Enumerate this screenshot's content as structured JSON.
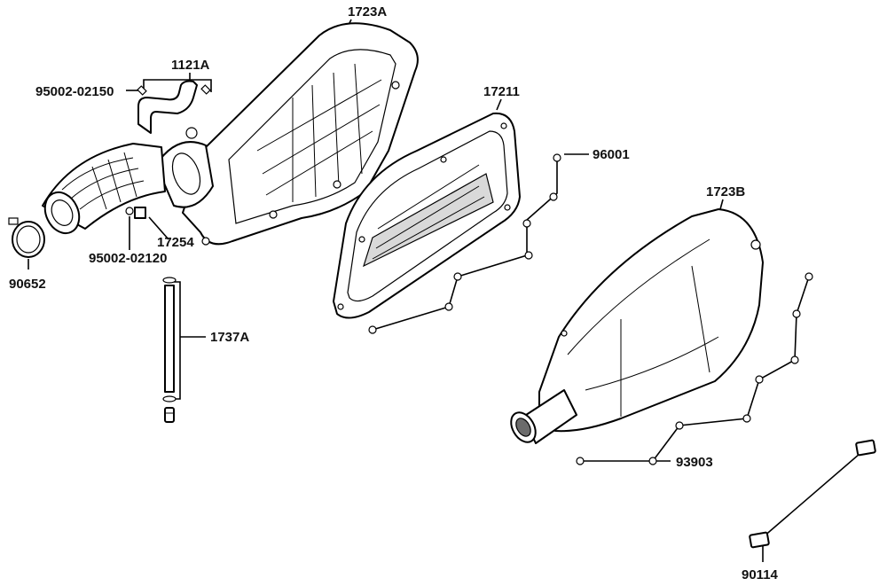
{
  "labels": {
    "p1723A": "1723A",
    "p1121A": "1121A",
    "p95002_02150": "95002-02150",
    "p17211": "17211",
    "p96001": "96001",
    "p1723B": "1723B",
    "p17254": "17254",
    "p95002_02120": "95002-02120",
    "p90652": "90652",
    "p1737A": "1737A",
    "p93903": "93903",
    "p90114": "90114"
  }
}
